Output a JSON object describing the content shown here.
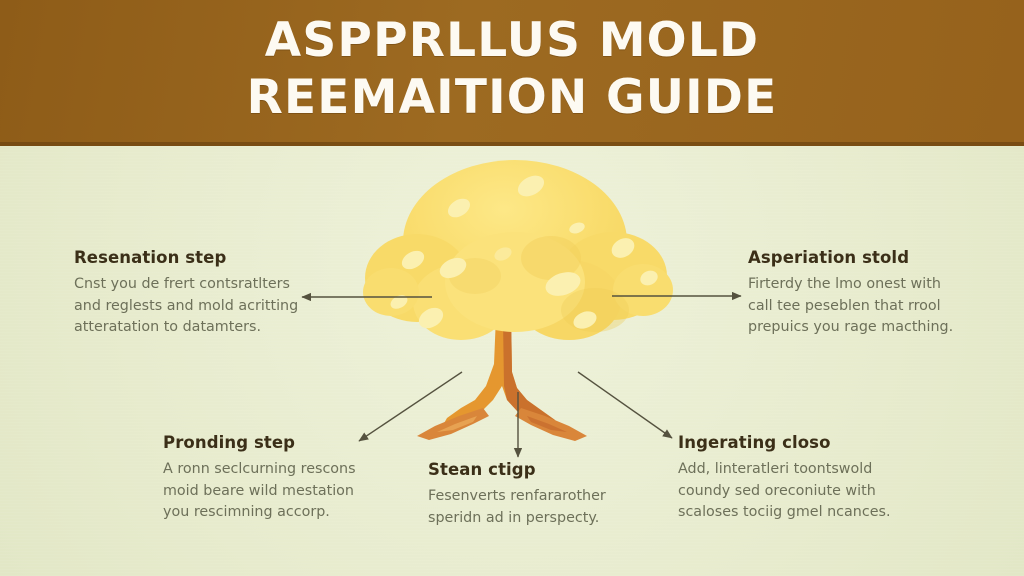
{
  "header": {
    "title": "ASPPRLLUS MOLD\nREEMAITION GUIDE",
    "band_color": "#9a6620",
    "title_color": "#fdfaf2"
  },
  "canvas": {
    "background_color": "#eaeed2"
  },
  "illustration": {
    "name": "tree-illustration",
    "canopy_color": "#f9dd6f",
    "canopy_highlight_color": "#fbf0b0",
    "canopy_shade_color": "#f0cf5c",
    "trunk_color": "#e5972f",
    "trunk_shade_color": "#c56a2c",
    "root_color": "#d9863a"
  },
  "connectors": {
    "line_color": "#5a5747",
    "items": [
      {
        "name": "arrow-to-top-left",
        "direction": "left"
      },
      {
        "name": "arrow-to-top-right",
        "direction": "right"
      },
      {
        "name": "arrow-to-bottom-left",
        "direction": "down-left"
      },
      {
        "name": "arrow-to-bottom-mid",
        "direction": "down"
      },
      {
        "name": "arrow-to-bottom-right",
        "direction": "down-right"
      }
    ]
  },
  "callouts": {
    "top_left": {
      "title": "Resenation step",
      "body": "Cnst you de frert contsratlters\nand reglests and mold acritting\natteratation to datamters."
    },
    "top_right": {
      "title": "Asperiation stold",
      "body": "Firterdy the lmo onest with\ncall tee peseblen that rrool\nprepuics you rage macthing."
    },
    "bottom_left": {
      "title": "Pronding step",
      "body": "A ronn seclcurning rescons\nmoid beare wild mestation\nyou rescimning accorp."
    },
    "bottom_middle": {
      "title": "Stean ctigp",
      "body": "Fesenverts renfararother\nsperidn ad in perspecty."
    },
    "bottom_right": {
      "title": "Ingerating closo",
      "body": "Add, linteratleri toontswold\ncoundy sed oreconiute with\nscaloses tociig gmel ncances."
    }
  }
}
